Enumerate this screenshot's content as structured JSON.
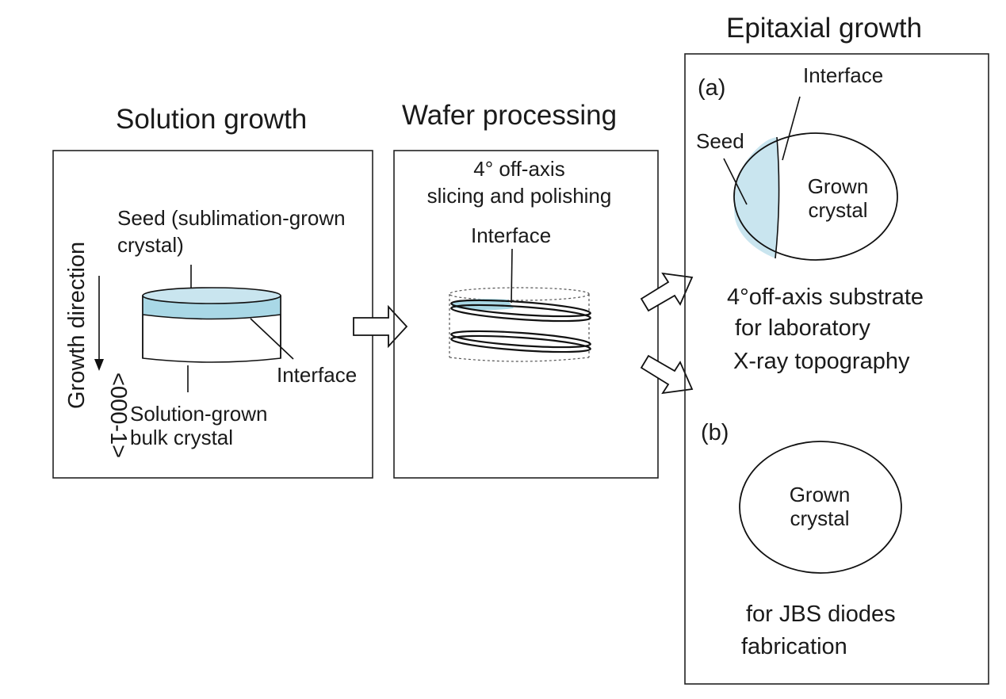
{
  "headings": {
    "solution": "Solution growth",
    "wafer": "Wafer processing",
    "epitaxial": "Epitaxial growth"
  },
  "solution_panel": {
    "seed_label_line1": "Seed (sublimation-grown",
    "seed_label_line2": "crystal)",
    "growth_direction": "Growth direction",
    "direction_index": "<000-1>",
    "interface": "Interface",
    "bulk_line1": "Solution-grown",
    "bulk_line2": "bulk crystal"
  },
  "wafer_panel": {
    "cut_line1": "4° off-axis",
    "cut_line2": "slicing and polishing",
    "interface": "Interface"
  },
  "epi_panel": {
    "a_marker": "(a)",
    "a_interface": "Interface",
    "a_seed": "Seed",
    "a_grown_line1": "Grown",
    "a_grown_line2": "crystal",
    "a_caption_line1": "4°off-axis substrate",
    "a_caption_line2": "for laboratory",
    "a_caption_line3": "X-ray topography",
    "b_marker": "(b)",
    "b_grown_line1": "Grown",
    "b_grown_line2": "crystal",
    "b_caption_line1": "for JBS diodes",
    "b_caption_line2": "fabrication"
  },
  "colors": {
    "seed_fill": "#c9e5ef",
    "seed_band": "#a9d8e6",
    "outline": "#111111"
  }
}
